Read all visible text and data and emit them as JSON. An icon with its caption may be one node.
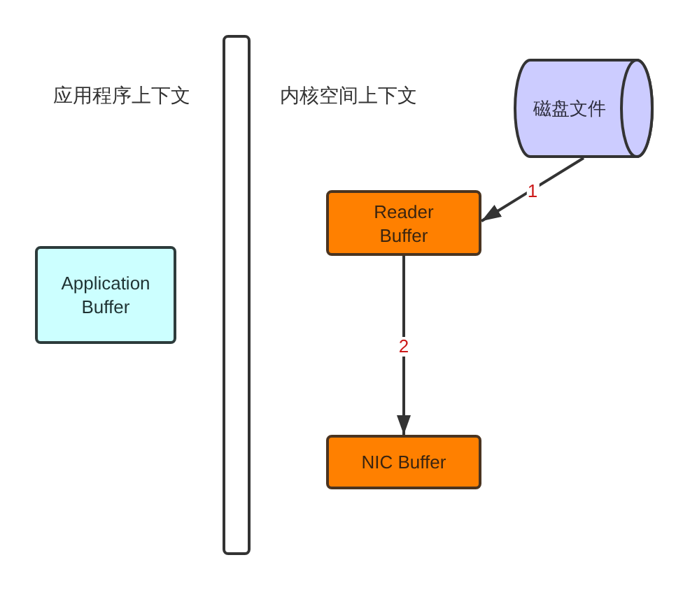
{
  "diagram": {
    "nodes": [
      {
        "text": [],
        "shape": "bar"
      },
      {
        "text": [
          "磁盘文件"
        ]
      },
      {
        "text": [
          "Reader Buffer"
        ]
      },
      {
        "text": [
          "Application Buffer"
        ]
      },
      {
        "text": [
          "NIC Buffer"
        ]
      }
    ],
    "edges": [
      {
        "from": 1,
        "to": 2,
        "arrow": "to",
        "label": "1"
      },
      {
        "from": 2,
        "to": 4,
        "arrow": "to",
        "label": "2"
      }
    ],
    "labels": [
      "应用程序上下文",
      "内核空间上下文"
    ]
  }
}
